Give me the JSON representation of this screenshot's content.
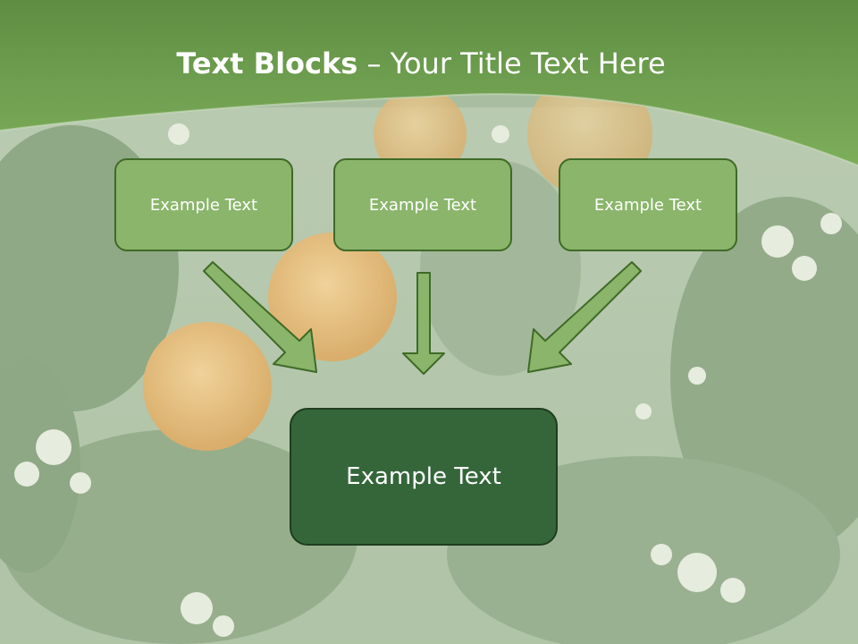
{
  "title": {
    "bold": "Text Blocks",
    "dash": " – ",
    "rest": "Your Title Text Here"
  },
  "boxes": {
    "top_left": "Example Text",
    "top_center": "Example Text",
    "top_right": "Example Text",
    "bottom": "Example Text"
  },
  "colors": {
    "header_green": "#78a656",
    "box_fill": "#8ab56a",
    "box_border": "#3f6a28",
    "main_box_fill": "#34663a",
    "arrow_fill": "#8ab56a"
  }
}
